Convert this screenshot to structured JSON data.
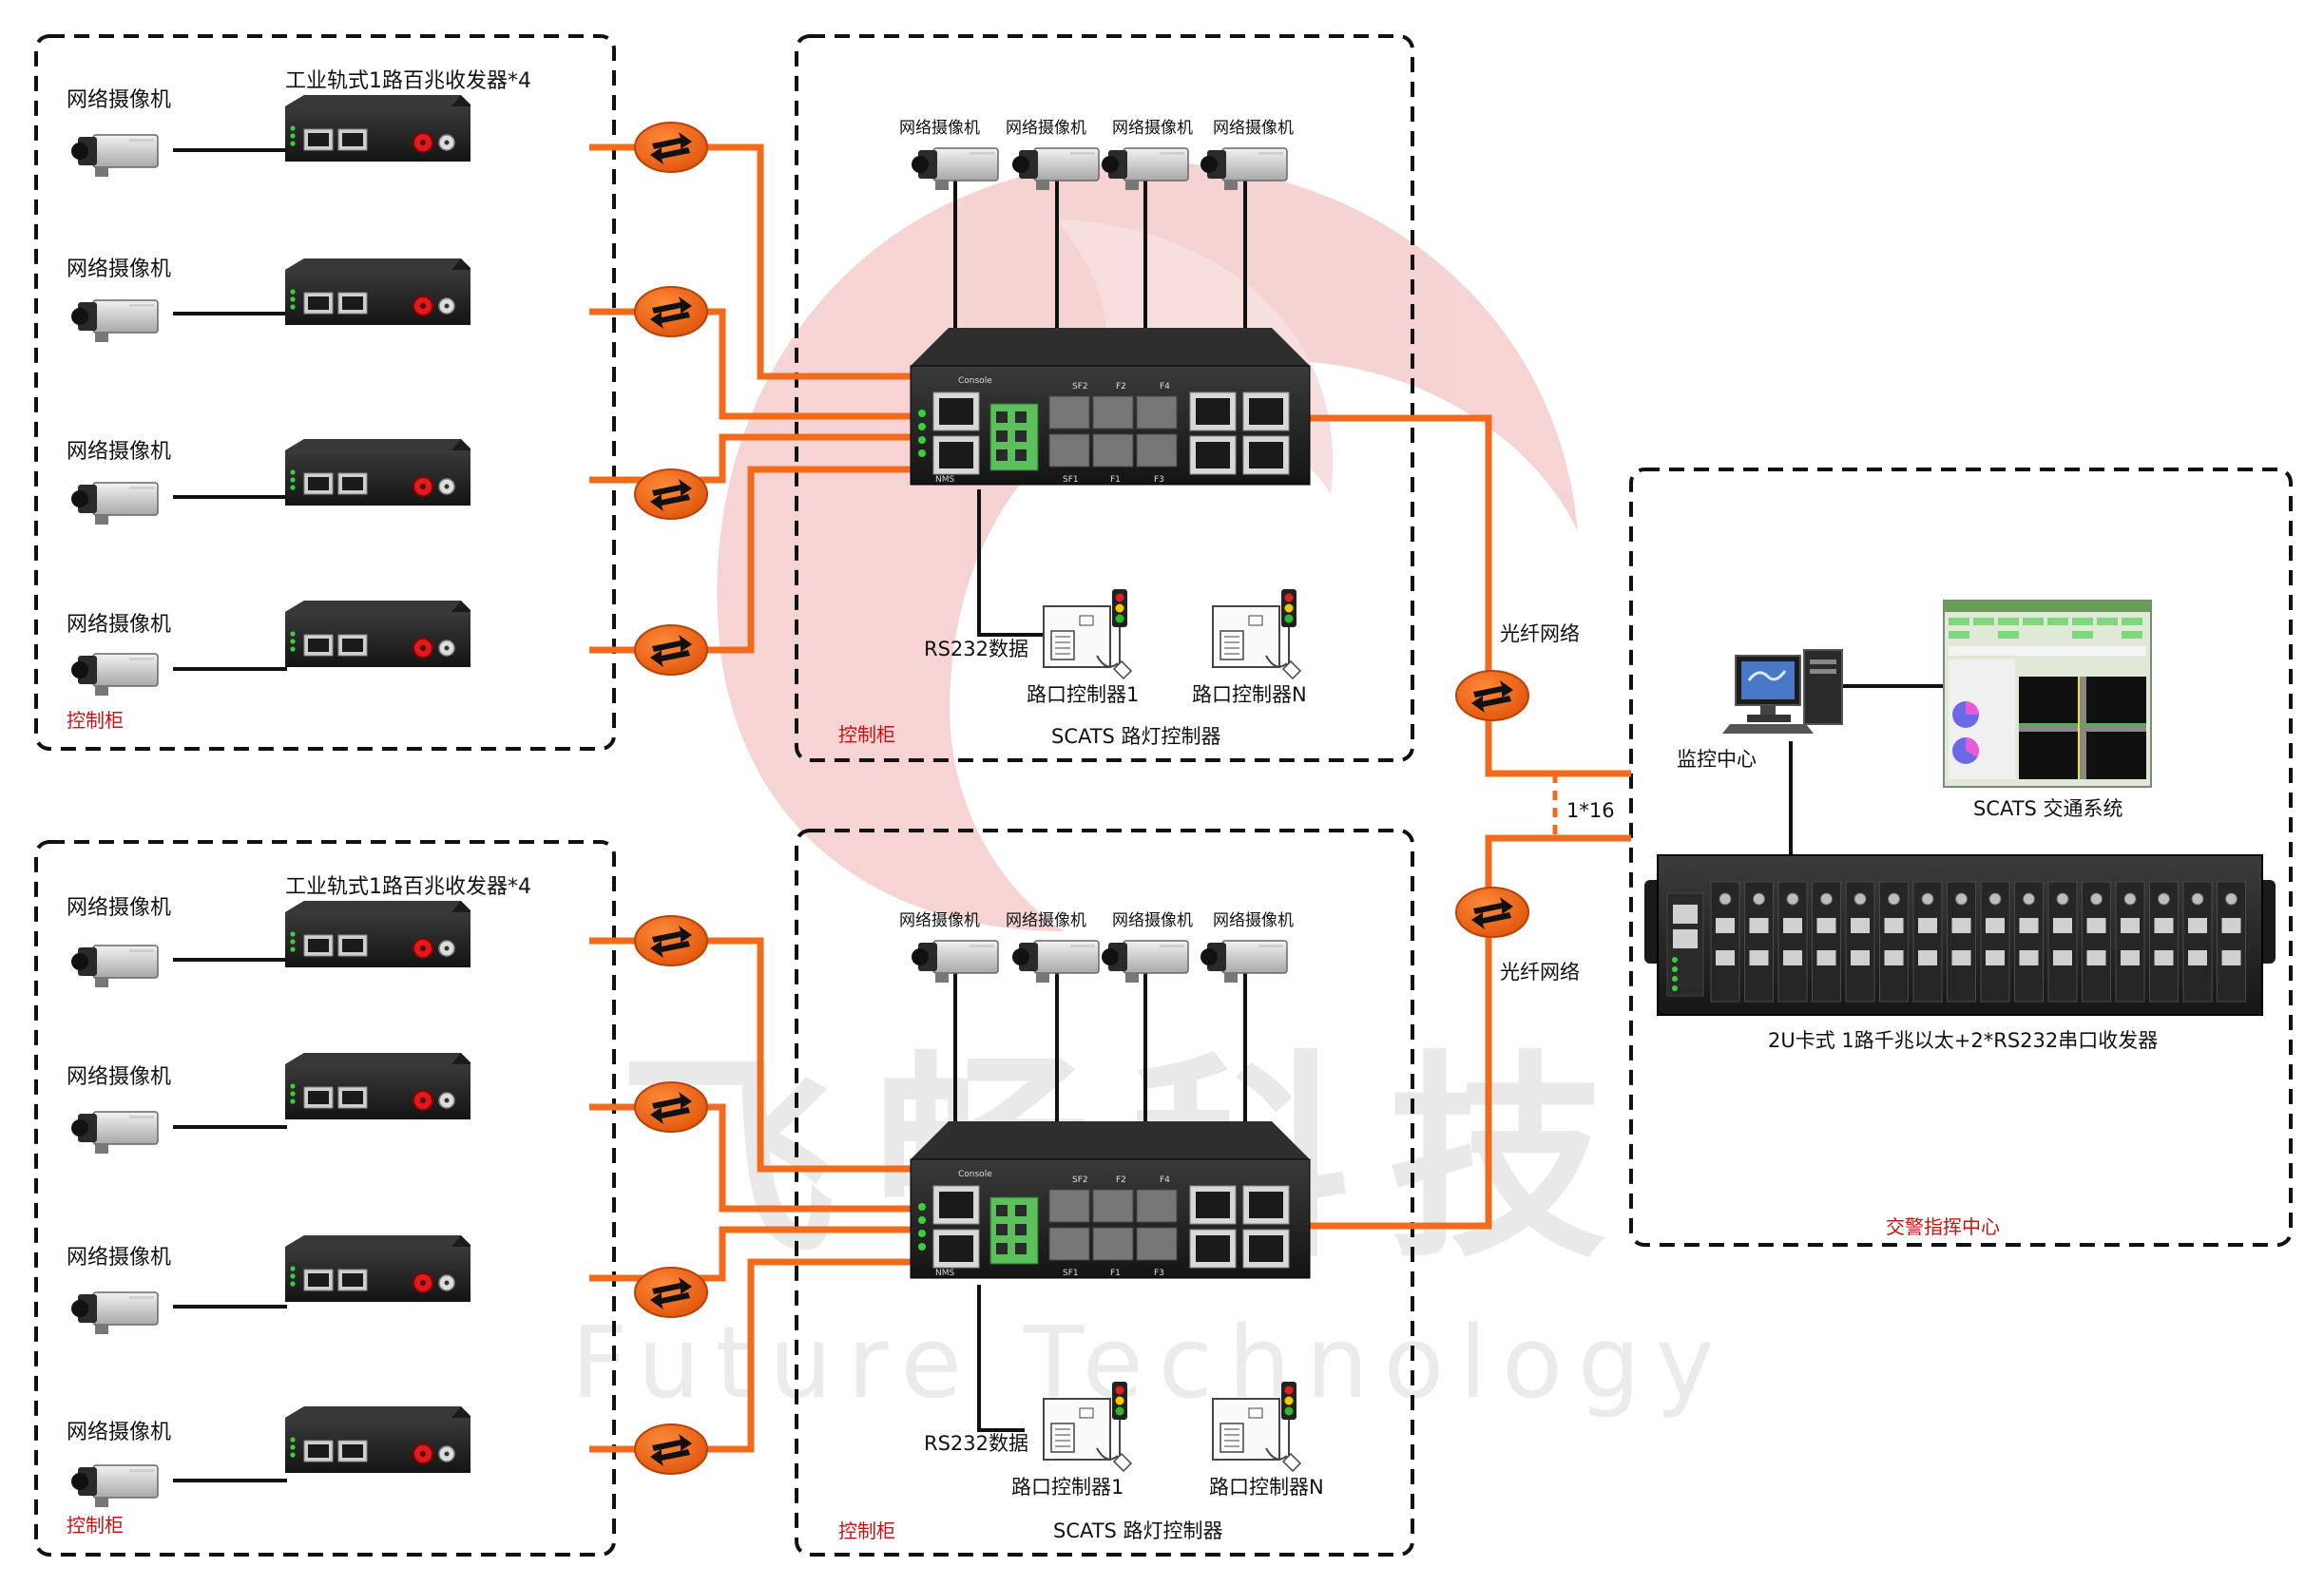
{
  "watermark": {
    "brand_text": "飞畅科技",
    "sub_text": "Future Technology"
  },
  "labels": {
    "camera": "网络摄像机",
    "transceiver_group": "工业轨式1路百兆收发器*4",
    "control_cabinet": "控制柜",
    "rs232": "RS232数据",
    "controller_1": "路口控制器1",
    "controller_n": "路口控制器N",
    "scats_light": "SCATS 路灯控制器",
    "fiber_network": "光纤网络",
    "split_ratio": "1*16",
    "monitor_center": "监控中心",
    "scats_system": "SCATS 交通系统",
    "rack_transceiver": "2U卡式 1路千兆以太+2*RS232串口收发器",
    "police_center": "交警指挥中心"
  },
  "colors": {
    "fiber": "#f26b1d",
    "cabinet_label": "#cc1111",
    "device_body": "#1e1e1e",
    "watermark": "#e9a5a5"
  }
}
